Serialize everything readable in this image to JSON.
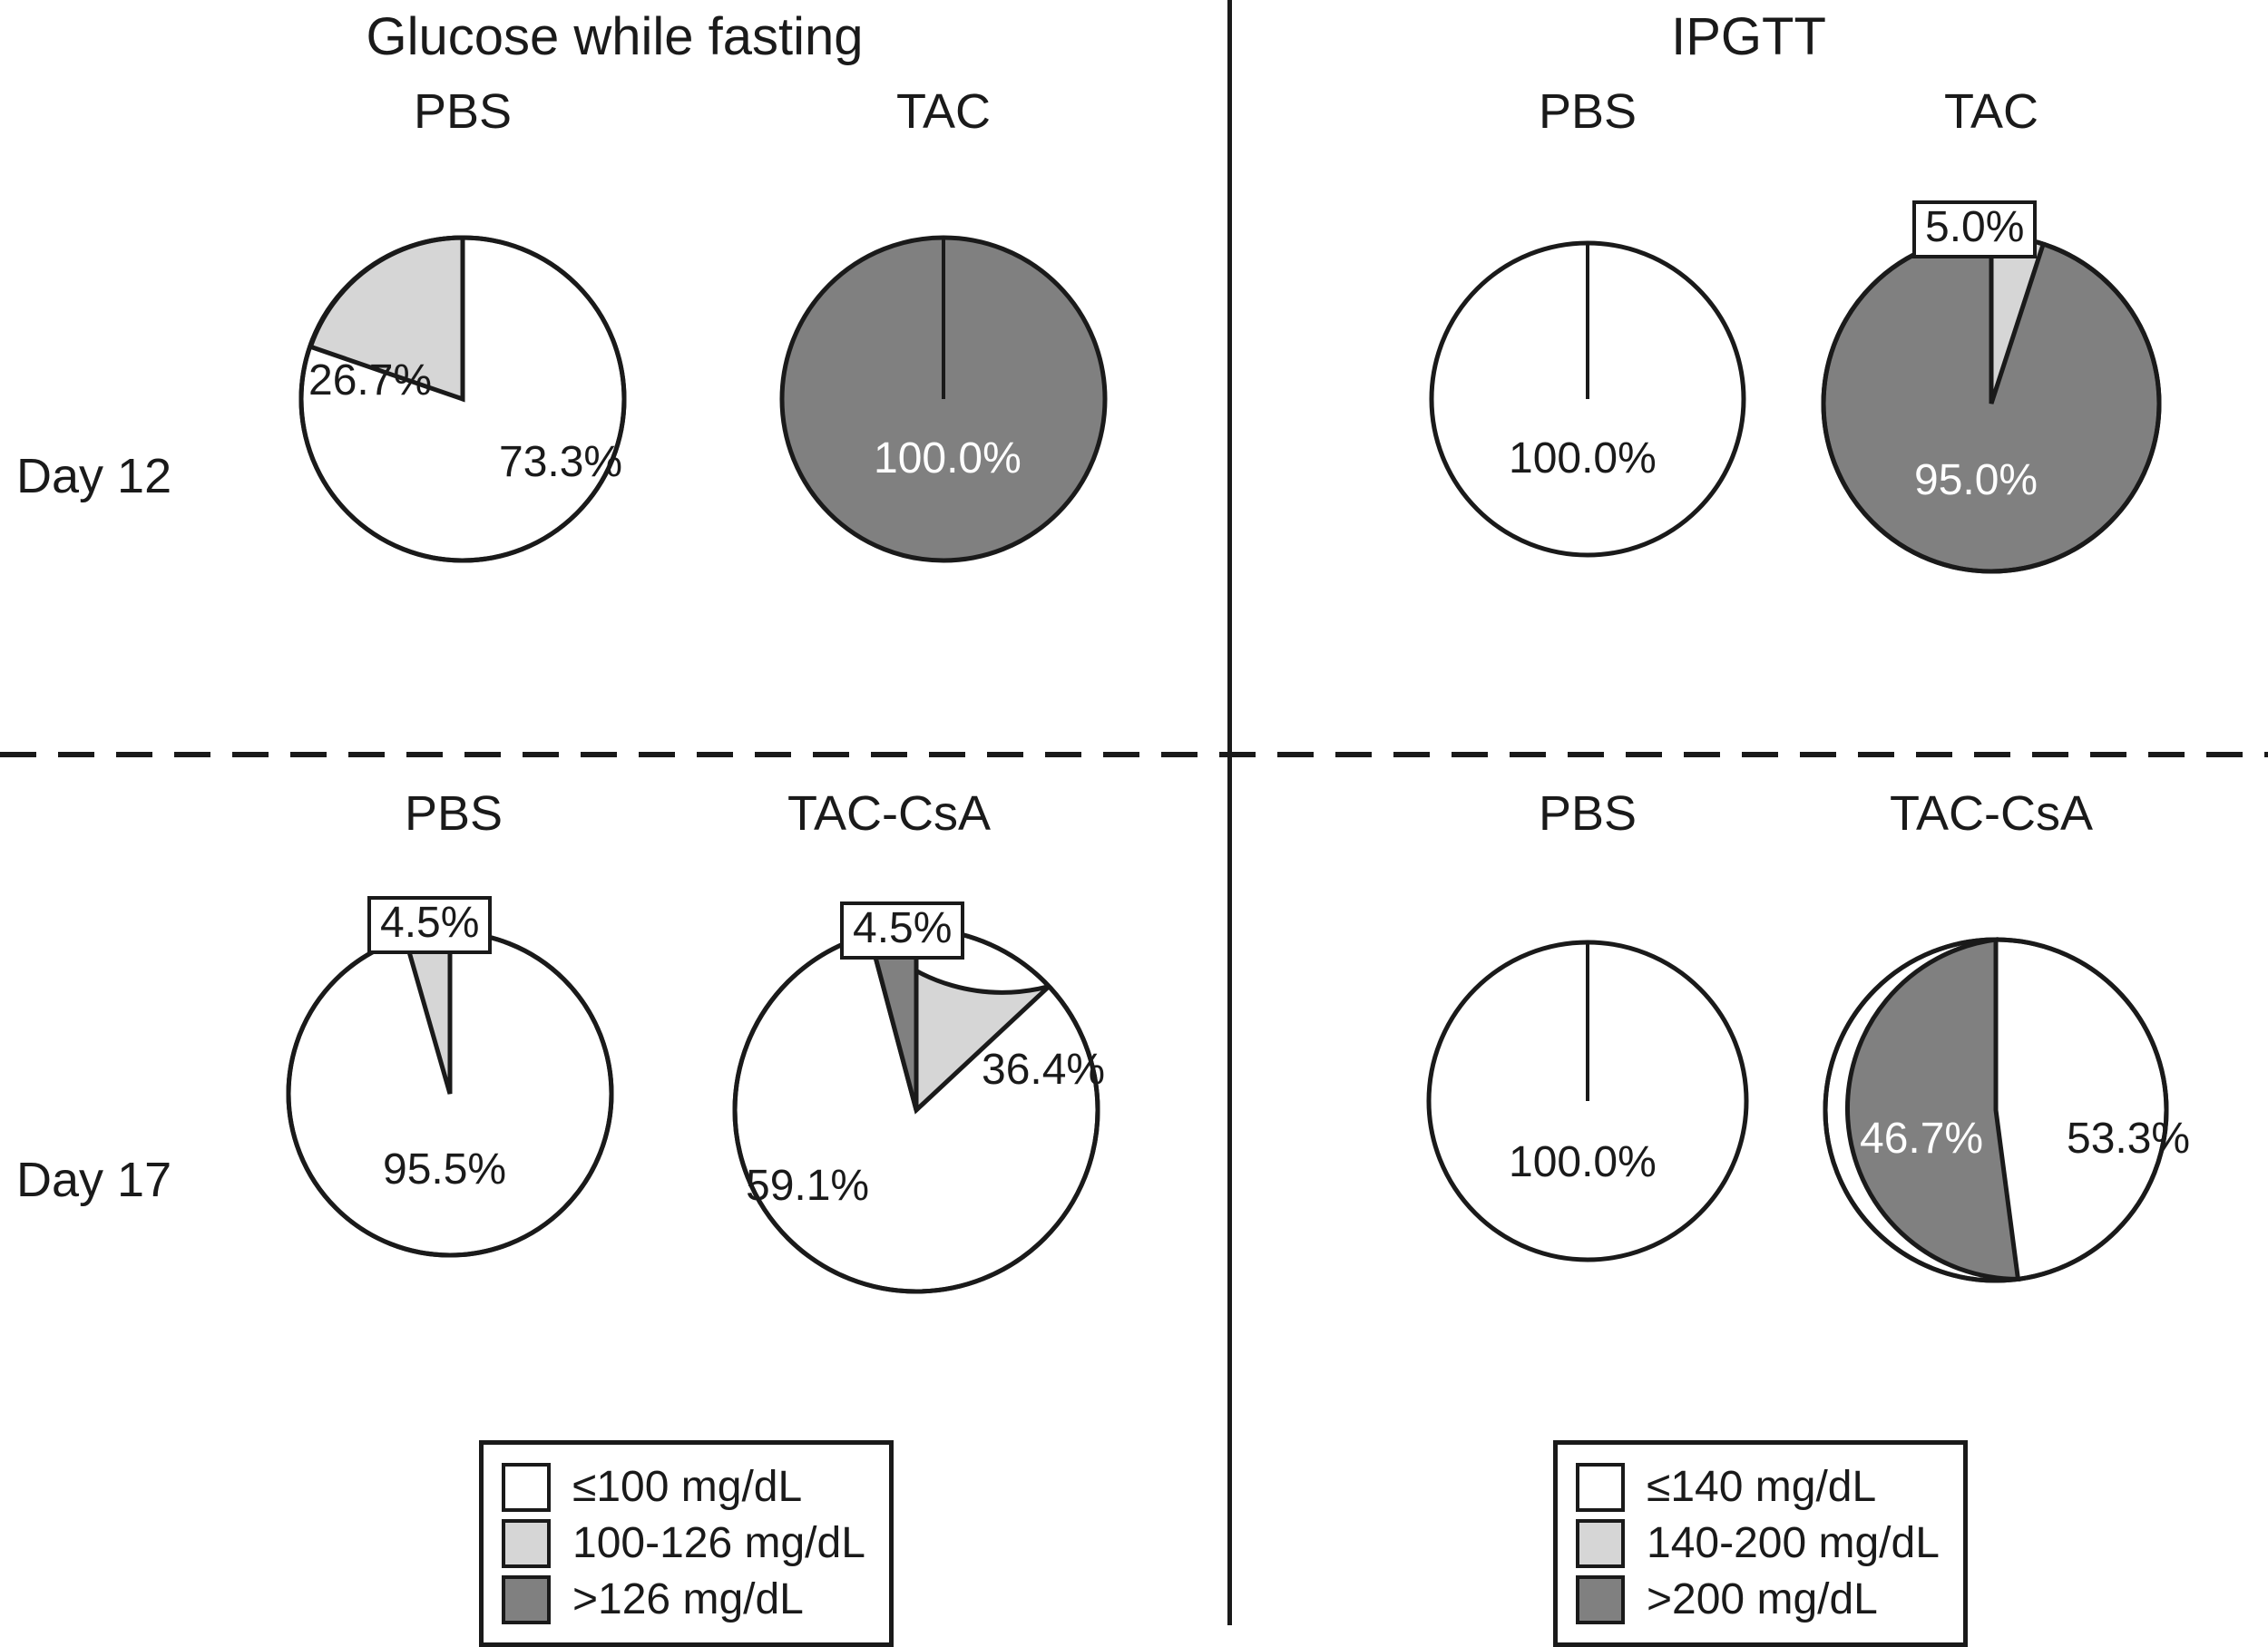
{
  "figure": {
    "panels": [
      {
        "id": "fasting",
        "title": "Glucose while fasting"
      },
      {
        "id": "ipgtt",
        "title": "IPGTT"
      }
    ],
    "rows": [
      {
        "id": "day12",
        "label": "Day 12"
      },
      {
        "id": "day17",
        "label": "Day 17"
      }
    ],
    "colors": {
      "white": "#ffffff",
      "light_gray": "#d6d6d6",
      "dark_gray": "#808080",
      "outline": "#1a1a1a"
    }
  },
  "legends": {
    "fasting": {
      "items": [
        {
          "label": "≤100 mg/dL",
          "color": "#ffffff"
        },
        {
          "label": "100-126 mg/dL",
          "color": "#d6d6d6"
        },
        {
          "label": ">126 mg/dL",
          "color": "#808080"
        }
      ]
    },
    "ipgtt": {
      "items": [
        {
          "label": "≤140 mg/dL",
          "color": "#ffffff"
        },
        {
          "label": "140-200 mg/dL",
          "color": "#d6d6d6"
        },
        {
          "label": ">200 mg/dL",
          "color": "#808080"
        }
      ]
    }
  },
  "chart_data": {
    "type": "pie",
    "title": "Glucose category distribution by treatment, fasting and IPGTT",
    "units": "percent",
    "legend_position": "bottom",
    "charts": [
      {
        "id": "fasting-day12-pbs",
        "panel": "Glucose while fasting",
        "row": "Day 12",
        "group": "PBS",
        "categories": [
          "≤100 mg/dL",
          "100-126 mg/dL",
          ">126 mg/dL"
        ],
        "values": [
          73.3,
          26.7,
          0.0
        ],
        "labels": [
          "73.3%",
          "26.7%"
        ]
      },
      {
        "id": "fasting-day12-tac",
        "panel": "Glucose while fasting",
        "row": "Day 12",
        "group": "TAC",
        "categories": [
          "≤100 mg/dL",
          "100-126 mg/dL",
          ">126 mg/dL"
        ],
        "values": [
          0.0,
          0.0,
          100.0
        ],
        "labels": [
          "100.0%"
        ]
      },
      {
        "id": "ipgtt-day12-pbs",
        "panel": "IPGTT",
        "row": "Day 12",
        "group": "PBS",
        "categories": [
          "≤140 mg/dL",
          "140-200 mg/dL",
          ">200 mg/dL"
        ],
        "values": [
          100.0,
          0.0,
          0.0
        ],
        "labels": [
          "100.0%"
        ]
      },
      {
        "id": "ipgtt-day12-tac",
        "panel": "IPGTT",
        "row": "Day 12",
        "group": "TAC",
        "categories": [
          "≤140 mg/dL",
          "140-200 mg/dL",
          ">200 mg/dL"
        ],
        "values": [
          0.0,
          5.0,
          95.0
        ],
        "labels": [
          "5.0%",
          "95.0%"
        ]
      },
      {
        "id": "fasting-day17-pbs",
        "panel": "Glucose while fasting",
        "row": "Day 17",
        "group": "PBS",
        "categories": [
          "≤100 mg/dL",
          "100-126 mg/dL",
          ">126 mg/dL"
        ],
        "values": [
          95.5,
          4.5,
          0.0
        ],
        "labels": [
          "95.5%",
          "4.5%"
        ]
      },
      {
        "id": "fasting-day17-taccsa",
        "panel": "Glucose while fasting",
        "row": "Day 17",
        "group": "TAC-CsA",
        "categories": [
          "≤100 mg/dL",
          "100-126 mg/dL",
          ">126 mg/dL"
        ],
        "values": [
          36.4,
          59.1,
          4.5
        ],
        "labels": [
          "36.4%",
          "59.1%",
          "4.5%"
        ]
      },
      {
        "id": "ipgtt-day17-pbs",
        "panel": "IPGTT",
        "row": "Day 17",
        "group": "PBS",
        "categories": [
          "≤140 mg/dL",
          "140-200 mg/dL",
          ">200 mg/dL"
        ],
        "values": [
          100.0,
          0.0,
          0.0
        ],
        "labels": [
          "100.0%"
        ]
      },
      {
        "id": "ipgtt-day17-taccsa",
        "panel": "IPGTT",
        "row": "Day 17",
        "group": "TAC-CsA",
        "categories": [
          "≤140 mg/dL",
          "140-200 mg/dL",
          ">200 mg/dL"
        ],
        "values": [
          53.3,
          0.0,
          46.7
        ],
        "labels": [
          "53.3%",
          "46.7%"
        ]
      }
    ]
  },
  "pies": {
    "fasting_day12_pbs": {
      "group": "PBS",
      "pct_main": "73.3%",
      "pct_sub": "26.7%"
    },
    "fasting_day12_tac": {
      "group": "TAC",
      "pct_main": "100.0%"
    },
    "ipgtt_day12_pbs": {
      "group": "PBS",
      "pct_main": "100.0%"
    },
    "ipgtt_day12_tac": {
      "group": "TAC",
      "pct_main": "95.0%",
      "pct_sub": "5.0%"
    },
    "fasting_day17_pbs": {
      "group": "PBS",
      "pct_main": "95.5%",
      "pct_sub": "4.5%"
    },
    "fasting_day17_taccsa": {
      "group": "TAC-CsA",
      "pct_main": "36.4%",
      "pct_sub": "59.1%",
      "pct_third": "4.5%"
    },
    "ipgtt_day17_pbs": {
      "group": "PBS",
      "pct_main": "100.0%"
    },
    "ipgtt_day17_taccsa": {
      "group": "TAC-CsA",
      "pct_main": "53.3%",
      "pct_sub": "46.7%"
    }
  }
}
